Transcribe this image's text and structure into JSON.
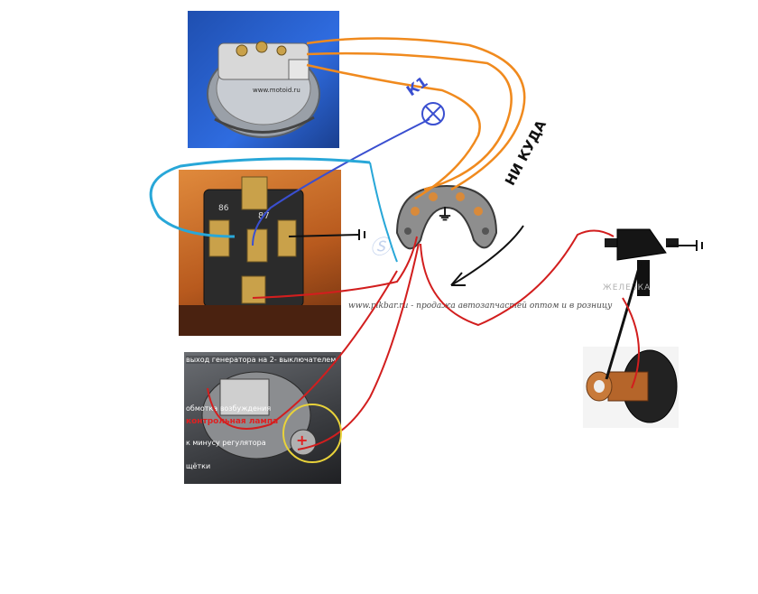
{
  "labels": {
    "k1": "К1",
    "ni_kuda": "НИ КУДА",
    "relay_87": "87",
    "relay_86": "86",
    "regulator_label": "ЖЕЛЕЗКА",
    "alt_watermark": "www.motoid.ru",
    "caption_bottom": "www.pikbar.ru - продажа автозапчастей оптом и в розницу",
    "reg_top_text": "выход генератора на 2- выключателем",
    "reg_line1": "обмотка возбуждения",
    "reg_line2": "контрольная лампа",
    "reg_line3": "к минусу регулятора",
    "reg_line4": "щётки",
    "reg_plus": "+",
    "ground_symbol": "⏚"
  },
  "colors": {
    "orange_wire": "#f08a1e",
    "blue_wire": "#3a4fd0",
    "cyan_wire": "#28a7d8",
    "red_wire": "#d21e1e",
    "black_wire": "#111111",
    "yellow_circle": "#e8d23a"
  }
}
